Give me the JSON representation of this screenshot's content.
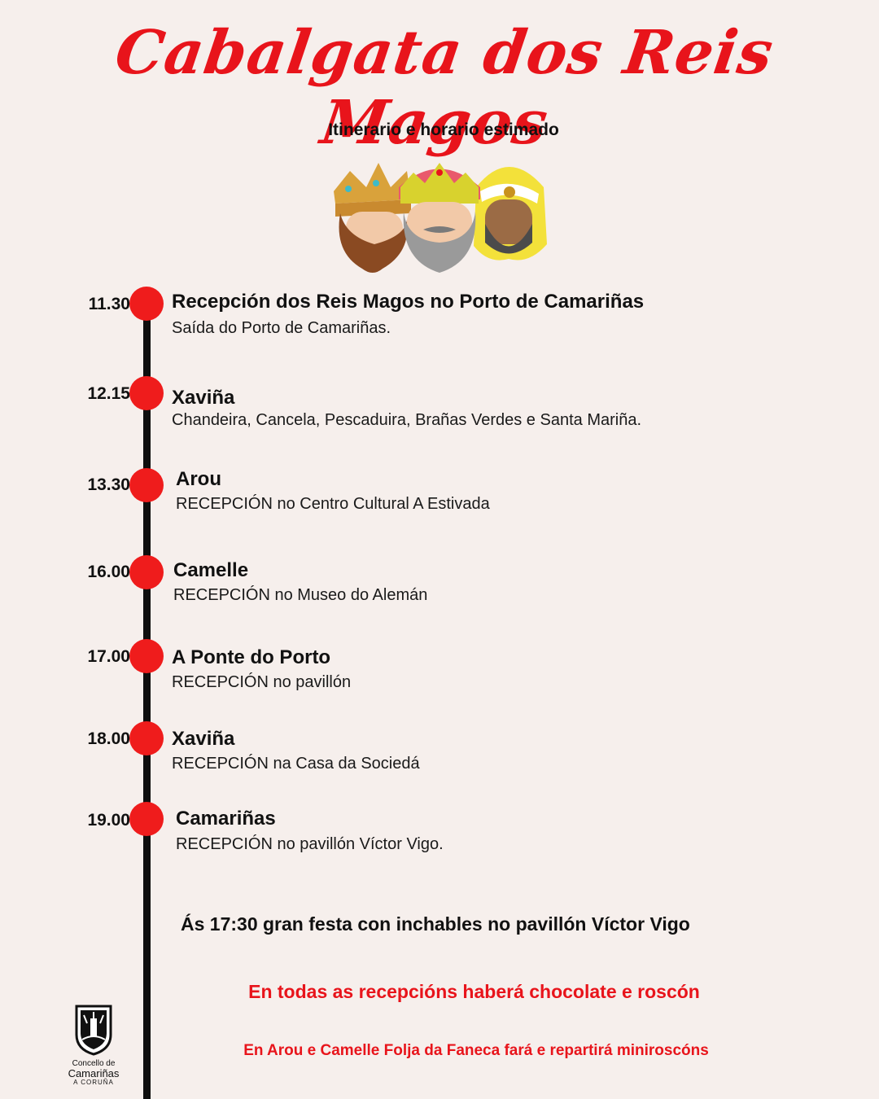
{
  "header": {
    "title": "Cabalgata dos Reis Magos",
    "subtitle": "Itinerario e horario estimado"
  },
  "colors": {
    "accent": "#e8141b",
    "dot": "#ef1c1c",
    "background": "#f6efec",
    "line": "#0e0e0e"
  },
  "icons": {
    "illustration": "three-kings-icon",
    "logo": "camarinas-crest-icon"
  },
  "stops": [
    {
      "time": "11.30",
      "place": "Recepción dos Reis Magos  no Porto de Camariñas",
      "desc": "Saída do Porto de Camariñas."
    },
    {
      "time": "12.15",
      "place": "Xaviña",
      "desc": "Chandeira, Cancela, Pescaduira, Brañas Verdes e Santa Mariña."
    },
    {
      "time": "13.30",
      "place": "Arou",
      "desc": "RECEPCIÓN no Centro Cultural A Estivada"
    },
    {
      "time": "16.00",
      "place": "Camelle",
      "desc": "RECEPCIÓN no Museo do Alemán"
    },
    {
      "time": "17.00",
      "place": "A Ponte do Porto",
      "desc": "RECEPCIÓN no pavillón"
    },
    {
      "time": "18.00",
      "place": "Xaviña",
      "desc": "RECEPCIÓN na Casa da Sociedá"
    },
    {
      "time": "19.00",
      "place": "Camariñas",
      "desc": "RECEPCIÓN no pavillón Víctor Vigo."
    }
  ],
  "notes": {
    "party": "Ás 17:30  gran festa con inchables no pavillón Víctor Vigo",
    "chocolate": "En todas as recepcións haberá chocolate e roscón",
    "miniroscons": "En Arou e Camelle Folja da Faneca fará e repartirá miniroscóns"
  },
  "logo": {
    "line1": "Concello de",
    "line2": "Camariñas",
    "line3": "A CORUÑA"
  }
}
